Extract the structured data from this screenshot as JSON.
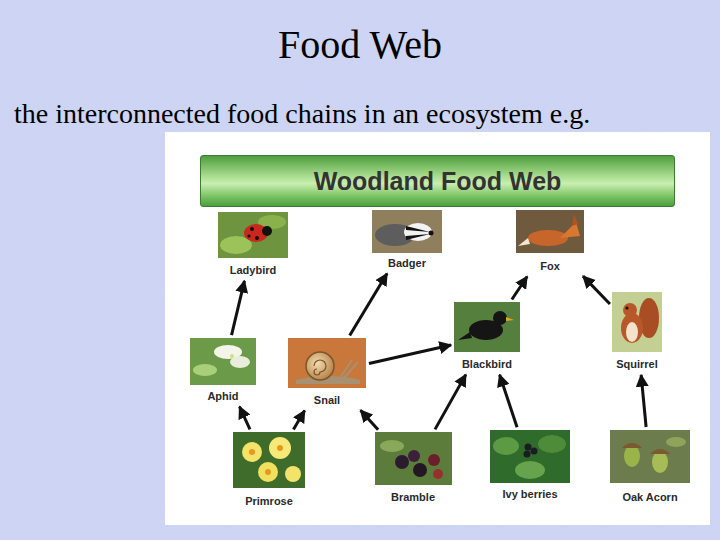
{
  "diagram": {
    "title": "Food Web",
    "nodes": [
      {
        "text": [
          "Woodland Food Web"
        ]
      },
      {
        "text": [
          "Ladybird"
        ]
      },
      {
        "text": [
          "Badger"
        ]
      },
      {
        "text": [
          "Fox"
        ]
      },
      {
        "text": [
          "Aphid"
        ]
      },
      {
        "text": [
          "Snail"
        ]
      },
      {
        "text": [
          "Blackbird"
        ]
      },
      {
        "text": [
          "Squirrel"
        ]
      },
      {
        "text": [
          "Primrose"
        ]
      },
      {
        "text": [
          "Bramble"
        ]
      },
      {
        "text": [
          "Ivy berries"
        ]
      },
      {
        "text": [
          "Oak Acorn"
        ]
      }
    ],
    "edges": [
      {
        "from": 4,
        "to": 1,
        "arrow": "to"
      },
      {
        "from": 8,
        "to": 4,
        "arrow": "to"
      },
      {
        "from": 8,
        "to": 5,
        "arrow": "to"
      },
      {
        "from": 5,
        "to": 2,
        "arrow": "to"
      },
      {
        "from": 5,
        "to": 6,
        "arrow": "to"
      },
      {
        "from": 9,
        "to": 5,
        "arrow": "to"
      },
      {
        "from": 9,
        "to": 6,
        "arrow": "to"
      },
      {
        "from": 10,
        "to": 6,
        "arrow": "to"
      },
      {
        "from": 6,
        "to": 3,
        "arrow": "to"
      },
      {
        "from": 7,
        "to": 3,
        "arrow": "to"
      },
      {
        "from": 11,
        "to": 7,
        "arrow": "to"
      }
    ],
    "labels": [
      "the interconnected food chains in an ecosystem e.g."
    ]
  }
}
